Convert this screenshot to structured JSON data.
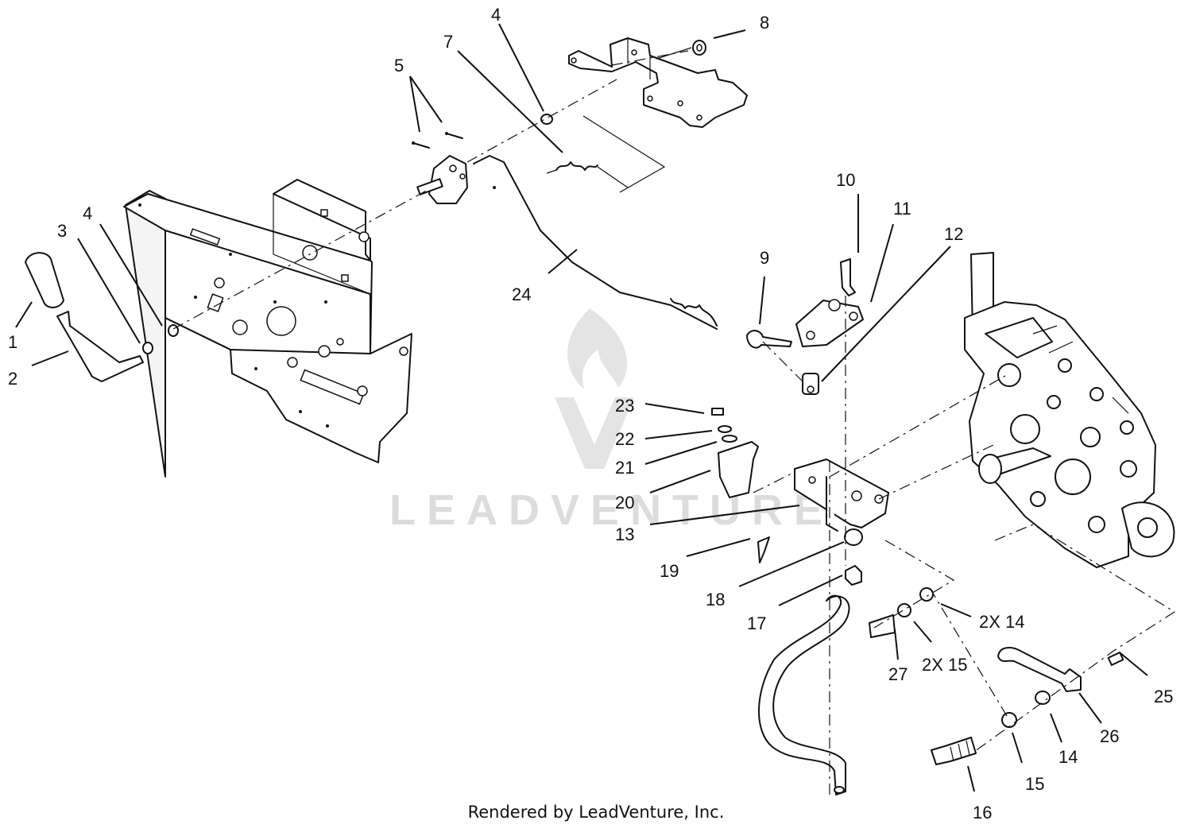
{
  "callouts": [
    {
      "id": "c1",
      "text": "1"
    },
    {
      "id": "c2",
      "text": "2"
    },
    {
      "id": "c3",
      "text": "3"
    },
    {
      "id": "c4a",
      "text": "4"
    },
    {
      "id": "c4b",
      "text": "4"
    },
    {
      "id": "c5",
      "text": "5"
    },
    {
      "id": "c7",
      "text": "7"
    },
    {
      "id": "c8",
      "text": "8"
    },
    {
      "id": "c9",
      "text": "9"
    },
    {
      "id": "c10",
      "text": "10"
    },
    {
      "id": "c11",
      "text": "11"
    },
    {
      "id": "c12",
      "text": "12"
    },
    {
      "id": "c13",
      "text": "13"
    },
    {
      "id": "c14a",
      "text": "2X 14"
    },
    {
      "id": "c14b",
      "text": "14"
    },
    {
      "id": "c15a",
      "text": "2X 15"
    },
    {
      "id": "c15b",
      "text": "15"
    },
    {
      "id": "c16",
      "text": "16"
    },
    {
      "id": "c17",
      "text": "17"
    },
    {
      "id": "c18",
      "text": "18"
    },
    {
      "id": "c19",
      "text": "19"
    },
    {
      "id": "c20",
      "text": "20"
    },
    {
      "id": "c21",
      "text": "21"
    },
    {
      "id": "c22",
      "text": "22"
    },
    {
      "id": "c23",
      "text": "23"
    },
    {
      "id": "c24",
      "text": "24"
    },
    {
      "id": "c25",
      "text": "25"
    },
    {
      "id": "c26",
      "text": "26"
    },
    {
      "id": "c27",
      "text": "27"
    }
  ],
  "watermark": {
    "brand": "LEADVENTURE"
  },
  "footer": {
    "credit": "Rendered by LeadVenture, Inc."
  }
}
